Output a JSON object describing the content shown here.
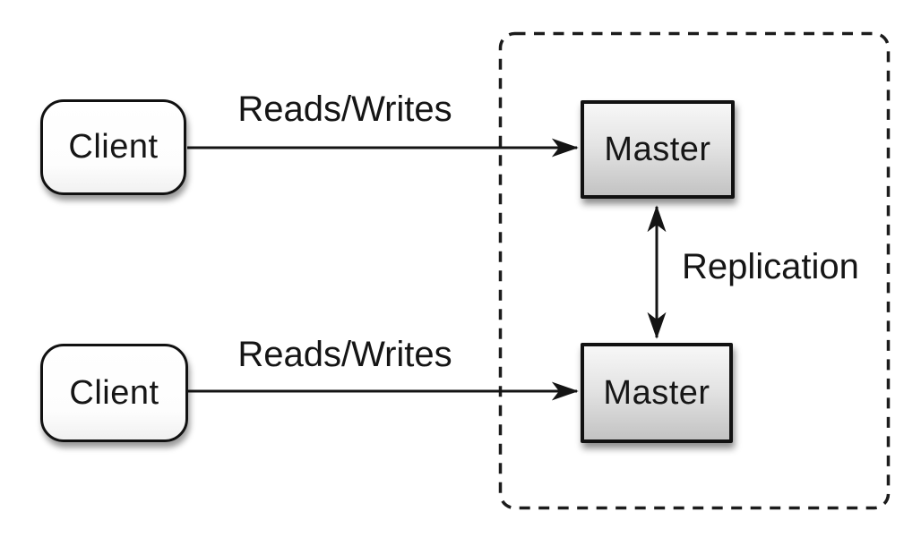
{
  "colors": {
    "background": "#ffffff",
    "line": "#141414",
    "text": "#151515",
    "client_fill": "#ffffff",
    "master_fill_top": "#f7f7f7",
    "master_fill_bottom": "#c3c3c3",
    "border": "#111111"
  },
  "diagram": {
    "nodes": [
      {
        "id": "client-1",
        "label": "Client",
        "shape": "rounded-rect"
      },
      {
        "id": "client-2",
        "label": "Client",
        "shape": "rounded-rect"
      },
      {
        "id": "master-1",
        "label": "Master",
        "shape": "rect-gradient"
      },
      {
        "id": "master-2",
        "label": "Master",
        "shape": "rect-gradient"
      }
    ],
    "edges": [
      {
        "from": "client-1",
        "to": "master-1",
        "label": "Reads/Writes",
        "direction": "single-arrow"
      },
      {
        "from": "client-2",
        "to": "master-2",
        "label": "Reads/Writes",
        "direction": "single-arrow"
      },
      {
        "from": "master-1",
        "to": "master-2",
        "label": "Replication",
        "direction": "double-arrow"
      }
    ],
    "container": {
      "style": "dashed-rounded-rect",
      "contains": [
        "master-1",
        "master-2"
      ]
    }
  }
}
